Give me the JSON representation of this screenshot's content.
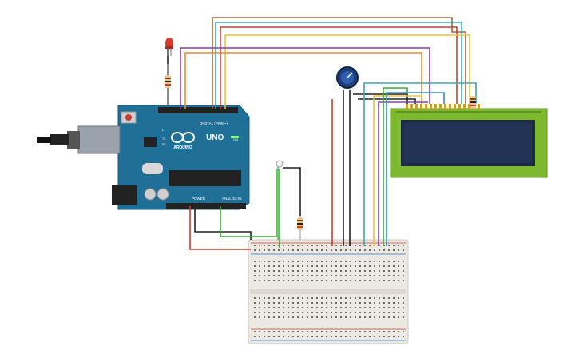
{
  "arduino": {
    "brand": "ARDUINO",
    "model": "UNO",
    "digital_label": "DIGITAL (PWM~)",
    "power_label": "POWER",
    "analog_label": "ANALOG IN",
    "on_label": "ON",
    "tx_label": "TX",
    "rx_label": "RX",
    "l_label": "L"
  },
  "colors": {
    "board": "#1f6f97",
    "board_dark": "#155a7d",
    "lcd_frame": "#7db92f",
    "lcd_screen": "#1f2a44",
    "breadboard": "#ece9e3",
    "wire_brown": "#a0683a",
    "wire_teal": "#3aa7b4",
    "wire_red": "#d33a2c",
    "wire_yellow": "#f2c12e",
    "wire_purple": "#8a3fb0",
    "wire_orange": "#e88b2e",
    "wire_green": "#3ca83c",
    "wire_black": "#222222",
    "wire_blue": "#2f8fd0"
  },
  "components": {
    "led": "red-led",
    "potentiometer": "potentiometer-knob",
    "photoresistor": "photoresistor",
    "resistors": [
      "resistor-led",
      "resistor-photo",
      "resistor-lcd"
    ]
  }
}
